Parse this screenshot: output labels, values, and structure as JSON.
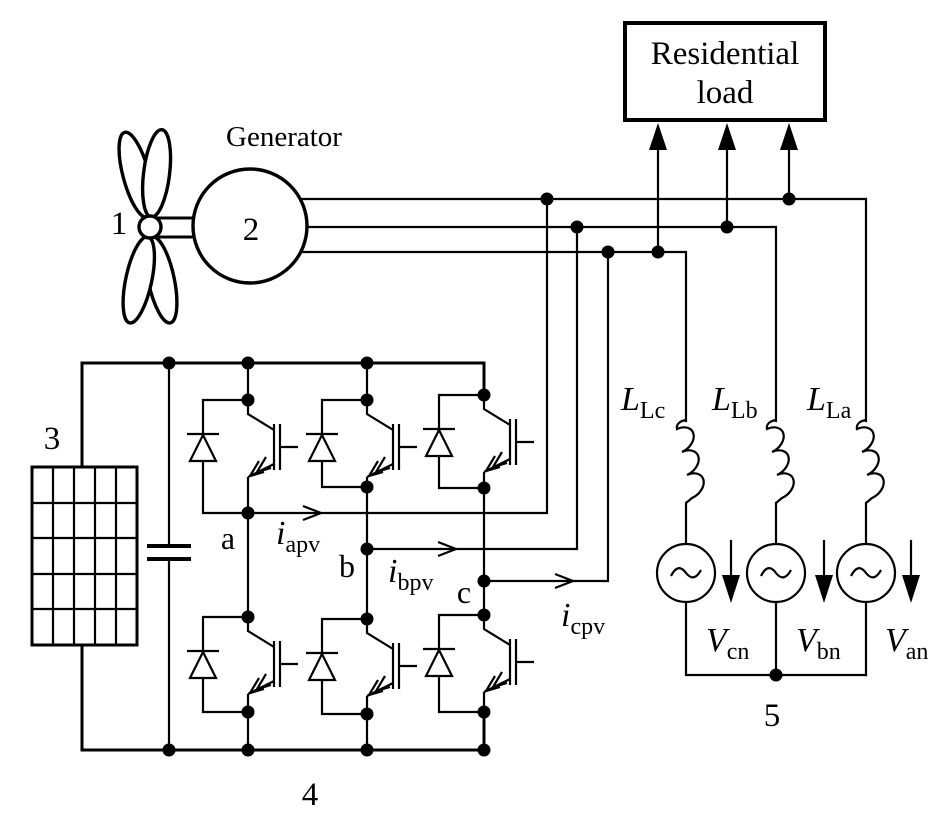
{
  "diagram": {
    "load_box": {
      "line1": "Residential",
      "line2": "load"
    },
    "generator": {
      "title": "Generator",
      "number": "2"
    },
    "turbine": {
      "number": "1"
    },
    "pv": {
      "number": "3"
    },
    "inverter": {
      "number": "4",
      "phase_a": "a",
      "phase_b": "b",
      "phase_c": "c",
      "current_a": {
        "base": "i",
        "sub": "apv"
      },
      "current_b": {
        "base": "i",
        "sub": "bpv"
      },
      "current_c": {
        "base": "i",
        "sub": "cpv"
      }
    },
    "grid": {
      "number": "5",
      "inductor_c": {
        "base": "L",
        "sub": "Lc"
      },
      "inductor_b": {
        "base": "L",
        "sub": "Lb"
      },
      "inductor_a": {
        "base": "L",
        "sub": "La"
      },
      "source_c": {
        "base": "V",
        "sub": "cn"
      },
      "source_b": {
        "base": "V",
        "sub": "bn"
      },
      "source_a": {
        "base": "V",
        "sub": "an"
      }
    },
    "colors": {
      "ink": "#000000",
      "background": "#ffffff"
    }
  }
}
